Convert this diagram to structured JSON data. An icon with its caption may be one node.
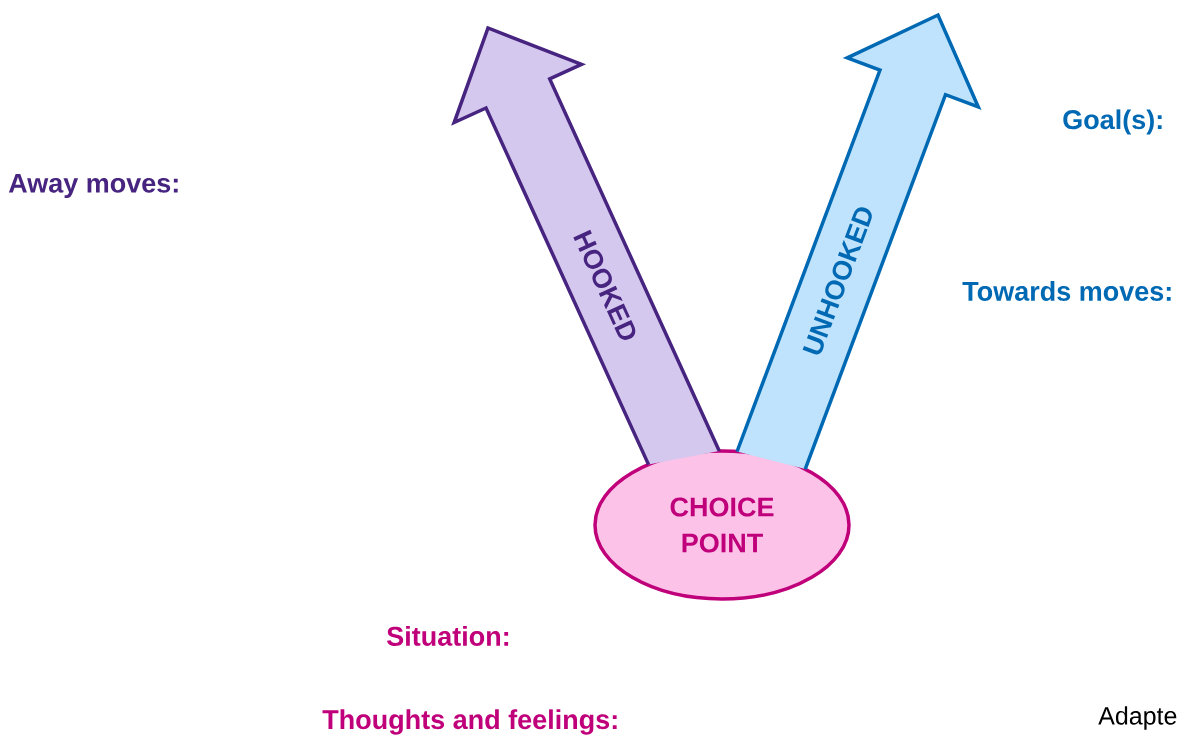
{
  "diagram": {
    "nodes": [
      {
        "text": [
          "HOOKED"
        ]
      },
      {
        "text": [
          "UNHOOKED"
        ]
      },
      {
        "text": [
          "CHOICE POINT"
        ]
      }
    ],
    "labels": [
      "Goal(s):",
      "Away moves:",
      "Towards moves:",
      "Situation:",
      "Thoughts and feelings:",
      "Adapte"
    ]
  }
}
